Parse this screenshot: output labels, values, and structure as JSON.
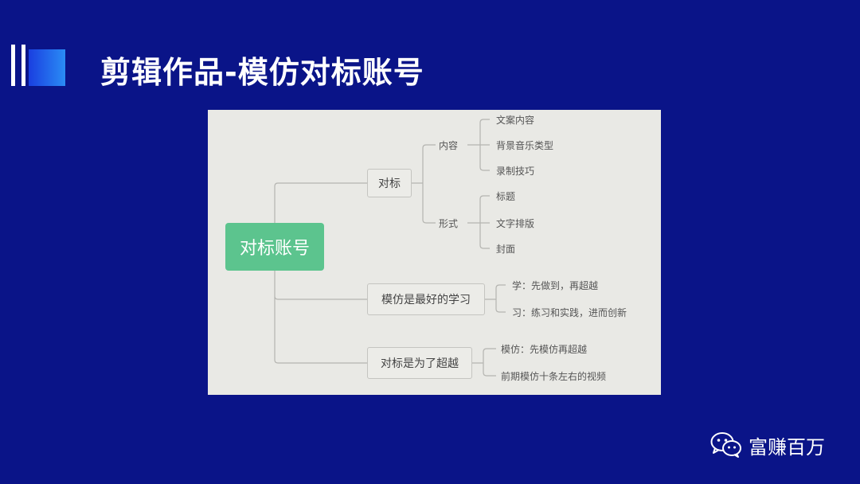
{
  "title": "剪辑作品-模仿对标账号",
  "mindmap": {
    "root": "对标账号",
    "branches": [
      {
        "label": "对标",
        "children": [
          {
            "label": "内容",
            "children": [
              "文案内容",
              "背景音乐类型",
              "录制技巧"
            ]
          },
          {
            "label": "形式",
            "children": [
              "标题",
              "文字排版",
              "封面"
            ]
          }
        ]
      },
      {
        "label": "模仿是最好的学习",
        "children": [
          "学：先做到，再超越",
          "习：练习和实践，进而创新"
        ]
      },
      {
        "label": "对标是为了超越",
        "children": [
          "模仿：先模仿再超越",
          "前期模仿十条左右的视频"
        ]
      }
    ]
  },
  "brand": {
    "name": "富赚百万",
    "icon": "wechat-icon"
  },
  "colors": {
    "background": "#0a1488",
    "root_node": "#5cc48e",
    "panel": "#e9e9e5"
  }
}
